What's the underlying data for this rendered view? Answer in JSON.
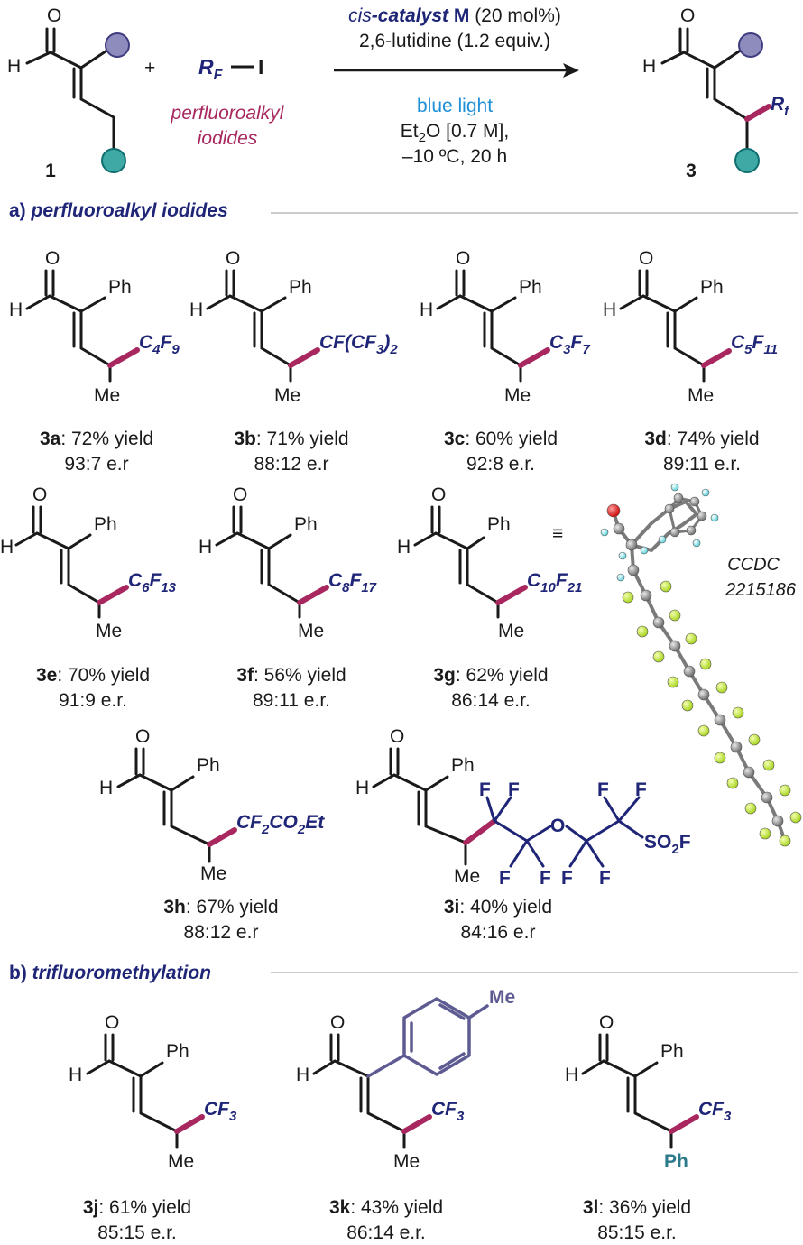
{
  "scheme": {
    "reactant_label": "1",
    "product_label": "3",
    "reagent_rf": "R",
    "reagent_rf_sub": "F",
    "reagent_iodine": "I",
    "plus": "+",
    "reagent_name_line1": "perfluoroalkyl",
    "reagent_name_line2": "iodides",
    "catalyst_prefix": "cis",
    "catalyst_word": "-catalyst",
    "catalyst_letter": "M",
    "catalyst_loading": "(20 mol%)",
    "base": "2,6-lutidine (1.2 equiv.)",
    "light": "blue light",
    "solvent_main": "Et",
    "solvent_sub": "2",
    "solvent_rest": "O [0.7 M],",
    "temp_time": "–10 ºC, 20 h",
    "product_rf": "R",
    "product_rf_sub": "f",
    "colors": {
      "catalyst": "#1f2577",
      "light": "#1e90d8",
      "reagent": "#a8275f",
      "sphere_top": "#8e8bbd",
      "sphere_bottom": "#3fa9a6"
    }
  },
  "sections": {
    "a_letter": "a)",
    "a_title": "perfluoroalkyl iodides",
    "b_letter": "b)",
    "b_title": "trifluoromethylation"
  },
  "atoms": {
    "O": "O",
    "H": "H",
    "Ph": "Ph",
    "Me": "Me",
    "F": "F",
    "SO": "SO",
    "eq": "≡"
  },
  "rf_groups": {
    "a": {
      "main": "C",
      "s1": "4",
      "mid": "F",
      "s2": "9"
    },
    "b": {
      "main": "CF(CF",
      "s1": "3",
      "mid": ")",
      "s2": "2"
    },
    "c": {
      "main": "C",
      "s1": "3",
      "mid": "F",
      "s2": "7"
    },
    "d": {
      "main": "C",
      "s1": "5",
      "mid": "F",
      "s2": "11"
    },
    "e": {
      "main": "C",
      "s1": "6",
      "mid": "F",
      "s2": "13"
    },
    "f": {
      "main": "C",
      "s1": "8",
      "mid": "F",
      "s2": "17"
    },
    "g": {
      "main": "C",
      "s1": "10",
      "mid": "F",
      "s2": "21"
    },
    "h": {
      "main": "CF",
      "s1": "2",
      "mid": "CO",
      "s2": "2",
      "tail": "Et"
    },
    "cf3": {
      "main": "CF",
      "s1": "3"
    },
    "so2f": {
      "sub": "2",
      "tail": "F"
    }
  },
  "ccdc": {
    "line1": "CCDC",
    "line2": "2215186"
  },
  "compounds": [
    {
      "id": "3a",
      "yield": ": 72% yield",
      "er": "93:7 e.r"
    },
    {
      "id": "3b",
      "yield": ": 71% yield",
      "er": "88:12 e.r"
    },
    {
      "id": "3c",
      "yield": ": 60% yield",
      "er": "92:8 e.r."
    },
    {
      "id": "3d",
      "yield": ": 74% yield",
      "er": "89:11 e.r."
    },
    {
      "id": "3e",
      "yield": ": 70% yield",
      "er": "91:9 e.r."
    },
    {
      "id": "3f",
      "yield": ": 56% yield",
      "er": "89:11 e.r."
    },
    {
      "id": "3g",
      "yield": ": 62% yield",
      "er": "86:14 e.r."
    },
    {
      "id": "3h",
      "yield": ": 67% yield",
      "er": "88:12 e.r"
    },
    {
      "id": "3i",
      "yield": ": 40% yield",
      "er": "84:16 e.r"
    },
    {
      "id": "3j",
      "yield": ": 61% yield",
      "er": "85:15 e.r."
    },
    {
      "id": "3k",
      "yield": ": 43% yield",
      "er": "86:14 e.r."
    },
    {
      "id": "3l",
      "yield": ": 36% yield",
      "er": "85:15 e.r."
    }
  ]
}
